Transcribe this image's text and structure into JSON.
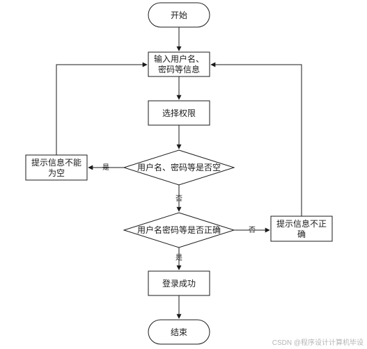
{
  "nodes": {
    "start": {
      "label": "开始"
    },
    "input": {
      "line1": "输入用户名、",
      "line2": "密码等信息"
    },
    "select_role": {
      "label": "选择权限"
    },
    "empty_check": {
      "label": "用户名、密码等是否空"
    },
    "empty_msg": {
      "line1": "提示信息不能",
      "line2": "为空"
    },
    "correct_check": {
      "label": "用户名密码等是否正确"
    },
    "error_msg": {
      "line1": "提示信息不正",
      "line2": "确"
    },
    "login_ok": {
      "label": "登录成功"
    },
    "end": {
      "label": "结束"
    }
  },
  "edges": {
    "empty_yes": "是",
    "empty_no": "否",
    "correct_no": "否",
    "correct_yes": "是"
  },
  "watermark": "CSDN @程序设计计算机毕设"
}
